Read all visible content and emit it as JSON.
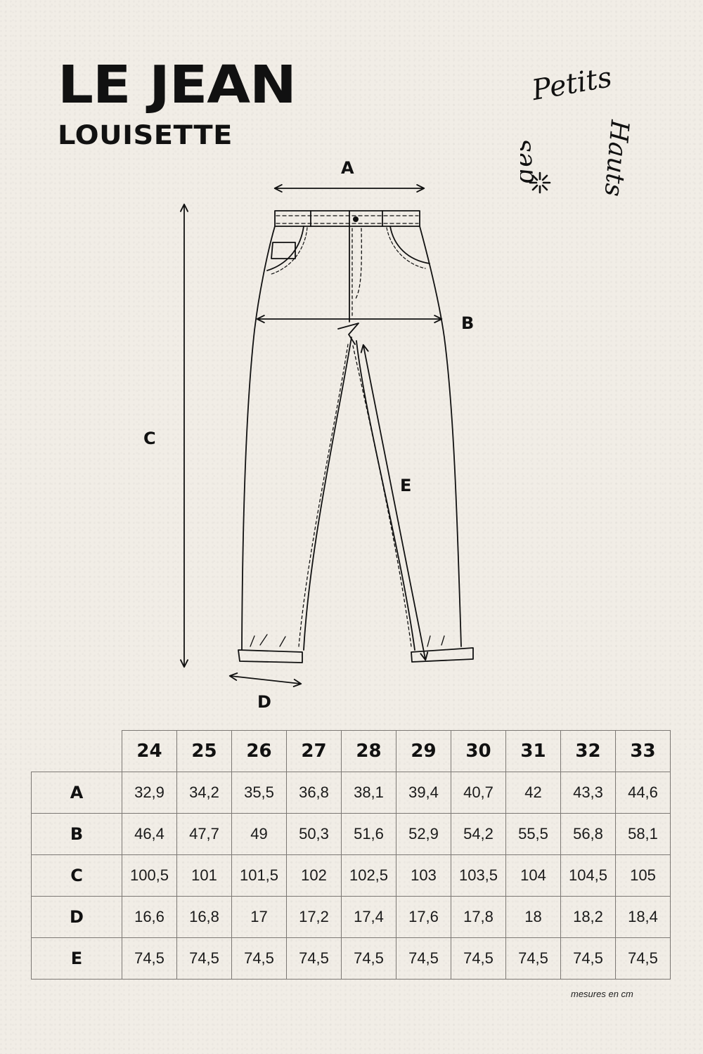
{
  "header": {
    "title": "LE JEAN",
    "subtitle": "LOUISETTE"
  },
  "logo": {
    "words": [
      "des",
      "Petits",
      "Hauts"
    ],
    "icon": "sparkle-icon"
  },
  "diagram": {
    "labels": {
      "A": "A",
      "B": "B",
      "C": "C",
      "D": "D",
      "E": "E"
    }
  },
  "table": {
    "sizes": [
      "24",
      "25",
      "26",
      "27",
      "28",
      "29",
      "30",
      "31",
      "32",
      "33"
    ],
    "rows": [
      {
        "label": "A",
        "values": [
          "32,9",
          "34,2",
          "35,5",
          "36,8",
          "38,1",
          "39,4",
          "40,7",
          "42",
          "43,3",
          "44,6"
        ]
      },
      {
        "label": "B",
        "values": [
          "46,4",
          "47,7",
          "49",
          "50,3",
          "51,6",
          "52,9",
          "54,2",
          "55,5",
          "56,8",
          "58,1"
        ]
      },
      {
        "label": "C",
        "values": [
          "100,5",
          "101",
          "101,5",
          "102",
          "102,5",
          "103",
          "103,5",
          "104",
          "104,5",
          "105"
        ]
      },
      {
        "label": "D",
        "values": [
          "16,6",
          "16,8",
          "17",
          "17,2",
          "17,4",
          "17,6",
          "17,8",
          "18",
          "18,2",
          "18,4"
        ]
      },
      {
        "label": "E",
        "values": [
          "74,5",
          "74,5",
          "74,5",
          "74,5",
          "74,5",
          "74,5",
          "74,5",
          "74,5",
          "74,5",
          "74,5"
        ]
      }
    ],
    "note": "mesures en cm"
  }
}
